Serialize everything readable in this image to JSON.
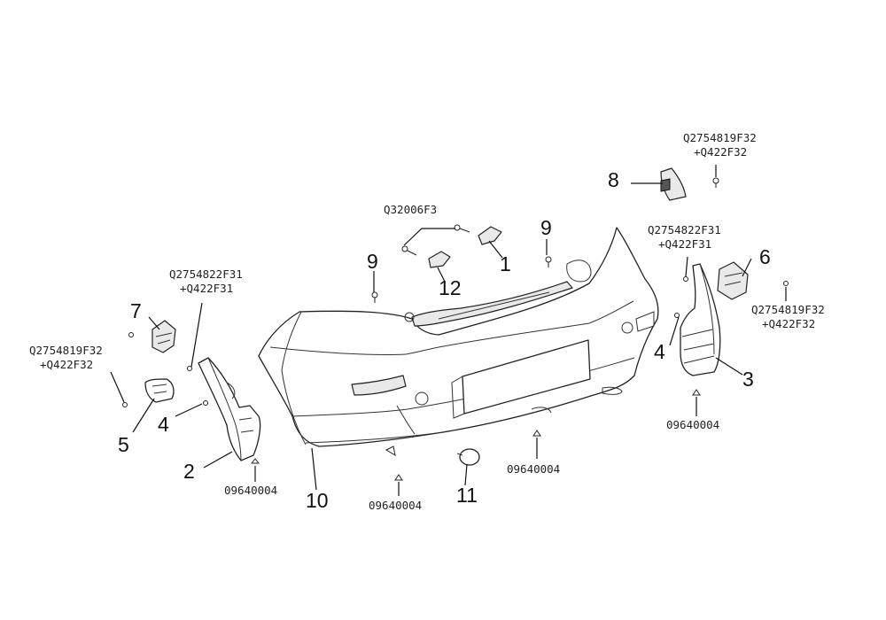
{
  "callouts": {
    "n1": "1",
    "n2": "2",
    "n3": "3",
    "n4a": "4",
    "n4b": "4",
    "n5": "5",
    "n6": "6",
    "n7": "7",
    "n8": "8",
    "n9a": "9",
    "n9b": "9",
    "n10": "10",
    "n11": "11",
    "n12": "12"
  },
  "fastener_codes": {
    "top_left_screw": "Q32006F3",
    "left_bracket_pair": [
      "Q2754822F31",
      "+Q422F31"
    ],
    "left_side_pair": [
      "Q2754819F32",
      "+Q422F32"
    ],
    "top_right_pair": [
      "Q2754819F32",
      "+Q422F32"
    ],
    "right_bracket_pair": [
      "Q2754822F31",
      "+Q422F31"
    ],
    "far_right_pair": [
      "Q2754819F32",
      "+Q422F32"
    ],
    "clip_left": "09640004",
    "clip_center": "09640004",
    "clip_lower_right": "09640004",
    "clip_right": "09640004"
  }
}
